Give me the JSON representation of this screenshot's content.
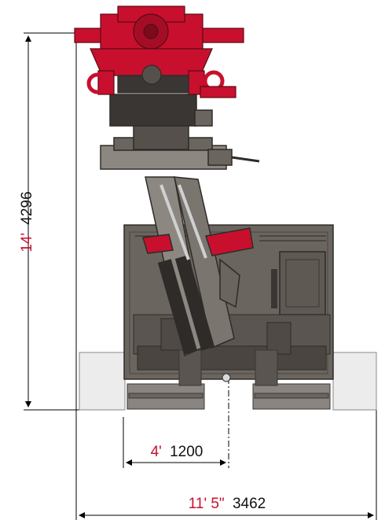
{
  "dimensions": {
    "height": {
      "imperial": "14'",
      "metric": "4296"
    },
    "track_gauge": {
      "imperial": "4'",
      "metric": "1200"
    },
    "overall_width": {
      "imperial": "11' 5\"",
      "metric": "3462"
    }
  },
  "colors": {
    "accent": "#c8102e",
    "machine_body": "#6b655f",
    "machine_dark": "#3a3633",
    "tracks": "#8a8580",
    "outriggers": "#ececec",
    "arm": "#8c8781",
    "dimension_line": "#000000"
  }
}
